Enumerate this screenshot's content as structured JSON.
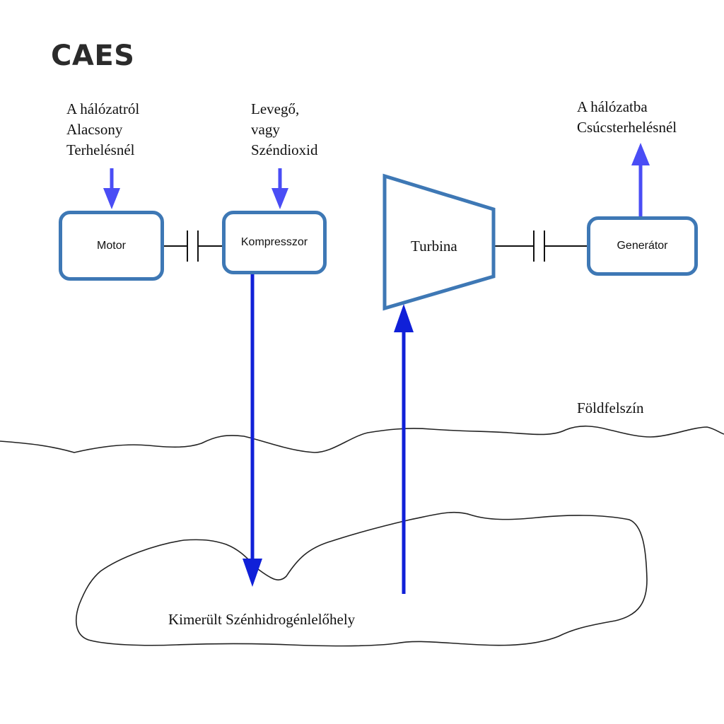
{
  "title": "CAES",
  "labels": {
    "grid_in": "A hálózatról\nAlacsony\nTerhelésnél",
    "air_in": "Levegő,\nvagy\nSzéndioxid",
    "grid_out": "A hálózatba\nCsúcsterhelésnél",
    "ground_surface": "Földfelszín",
    "reservoir": "Kimerült Szénhidrogénlelőhely"
  },
  "components": {
    "motor": "Motor",
    "compressor": "Kompresszor",
    "turbine": "Turbina",
    "generator": "Generátor"
  },
  "colors": {
    "box_border": "#3e78b5",
    "arrow_light": "#4a4df5",
    "arrow_dark": "#1020d8",
    "line": "#111111"
  }
}
